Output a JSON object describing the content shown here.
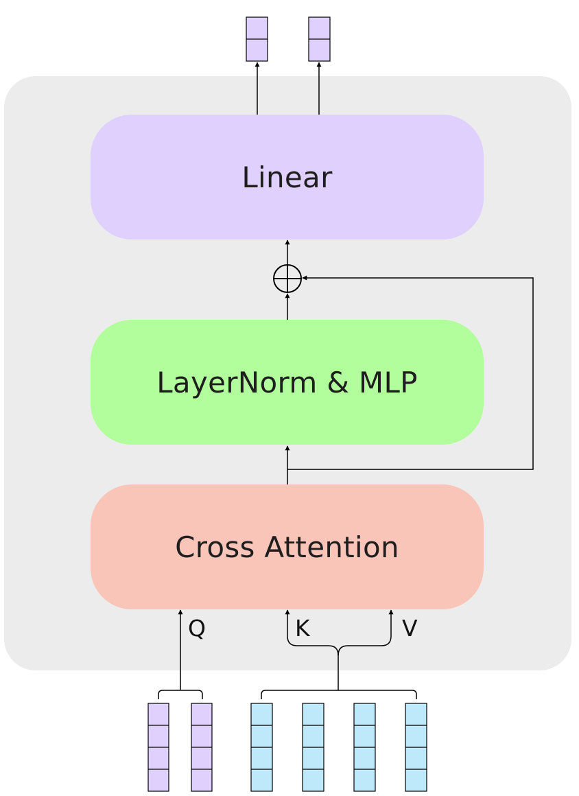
{
  "blocks": {
    "linear": "Linear",
    "mlp": "LayerNorm & MLP",
    "cross_attention": "Cross Attention"
  },
  "inputs": {
    "q": "Q",
    "k": "K",
    "v": "V"
  },
  "token_colors": {
    "output_purple": "#e0d0fd",
    "query_purple": "#e0d0fd",
    "kv_cyan": "#bde9fb",
    "stroke": "#000000"
  },
  "block_colors": {
    "linear": "#e0d0fd",
    "mlp": "#b2fe9c",
    "cross_attention": "#f8c5b8",
    "panel": "#ececec"
  },
  "token_counts": {
    "outputs": 2,
    "queries": 2,
    "keys_values": 4
  }
}
